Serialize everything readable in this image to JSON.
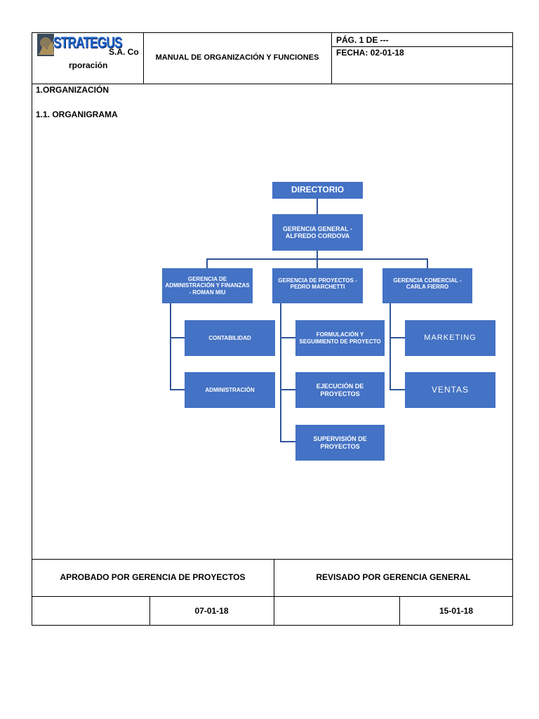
{
  "header": {
    "logo_text": "STRATEGUS",
    "company_suffix": "S.A. Co",
    "company_line2": "rporación",
    "title": "MANUAL DE ORGANIZACIÓN Y FUNCIONES",
    "page": "PÁG. 1 DE ---",
    "date": "FECHA: 02-01-18"
  },
  "section": {
    "heading": "1.ORGANIZACIÓN",
    "subheading": "1.1. ORGANIGRAMA"
  },
  "orgchart": {
    "directorio": "DIRECTORIO",
    "gerencia_general": "GERENCIA GENERAL - ALFREDO CORDOVA",
    "gerencia_admin": "GERENCIA DE ADMINISTRACIÓN Y FINANZAS - ROMAN MIU",
    "gerencia_proyectos": "GERENCIA DE PROYECTOS - PEDRO MARCHETTI",
    "gerencia_comercial": "GERENCIA COMERCIAL - CARLA FIERRO",
    "contabilidad": "CONTABILIDAD",
    "administracion": "ADMINISTRACIÓN",
    "formulacion": "FORMULACIÓN Y SEGUIMIENTO DE PROYECTO",
    "ejecucion": "EJECUCIÓN DE PROYECTOS",
    "supervision": "SUPERVISIÓN DE PROYECTOS",
    "marketing": "MARKETING",
    "ventas": "VENTAS"
  },
  "footer": {
    "aprobado": "APROBADO POR GERENCIA DE PROYECTOS",
    "revisado": "REVISADO POR GERENCIA GENERAL",
    "fecha_aprobado": "07-01-18",
    "fecha_revisado": "15-01-18"
  },
  "colors": {
    "box": "#4472C4",
    "connector": "#2F5597"
  }
}
